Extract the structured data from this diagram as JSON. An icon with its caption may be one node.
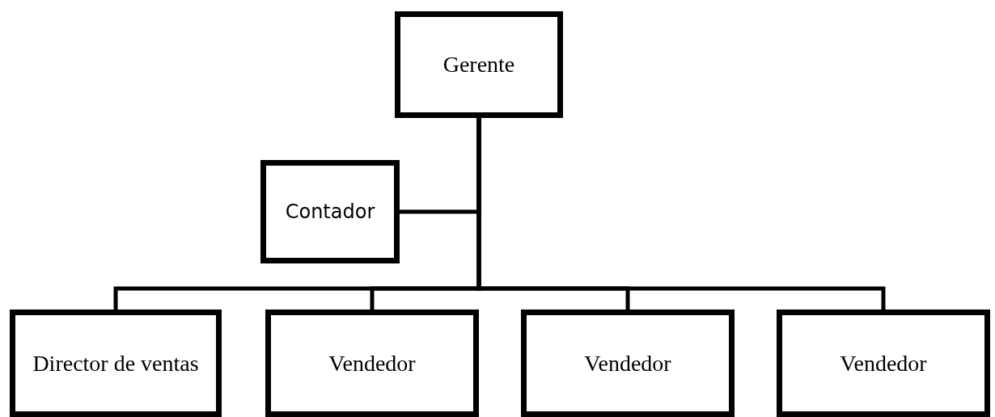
{
  "diagram": {
    "nodes": [
      {
        "text": [
          "Gerente"
        ]
      },
      {
        "text": [
          "Contador"
        ]
      },
      {
        "text": [
          "Director de ventas"
        ]
      },
      {
        "text": [
          "Vendedor"
        ]
      },
      {
        "text": [
          "Vendedor"
        ]
      },
      {
        "text": [
          "Vendedor"
        ]
      }
    ],
    "edges": [
      {
        "from": 0,
        "to": 1,
        "arrow": "none"
      },
      {
        "from": 0,
        "to": 2,
        "arrow": "none"
      },
      {
        "from": 0,
        "to": 3,
        "arrow": "none"
      },
      {
        "from": 0,
        "to": 4,
        "arrow": "none"
      },
      {
        "from": 0,
        "to": 5,
        "arrow": "none"
      }
    ]
  }
}
